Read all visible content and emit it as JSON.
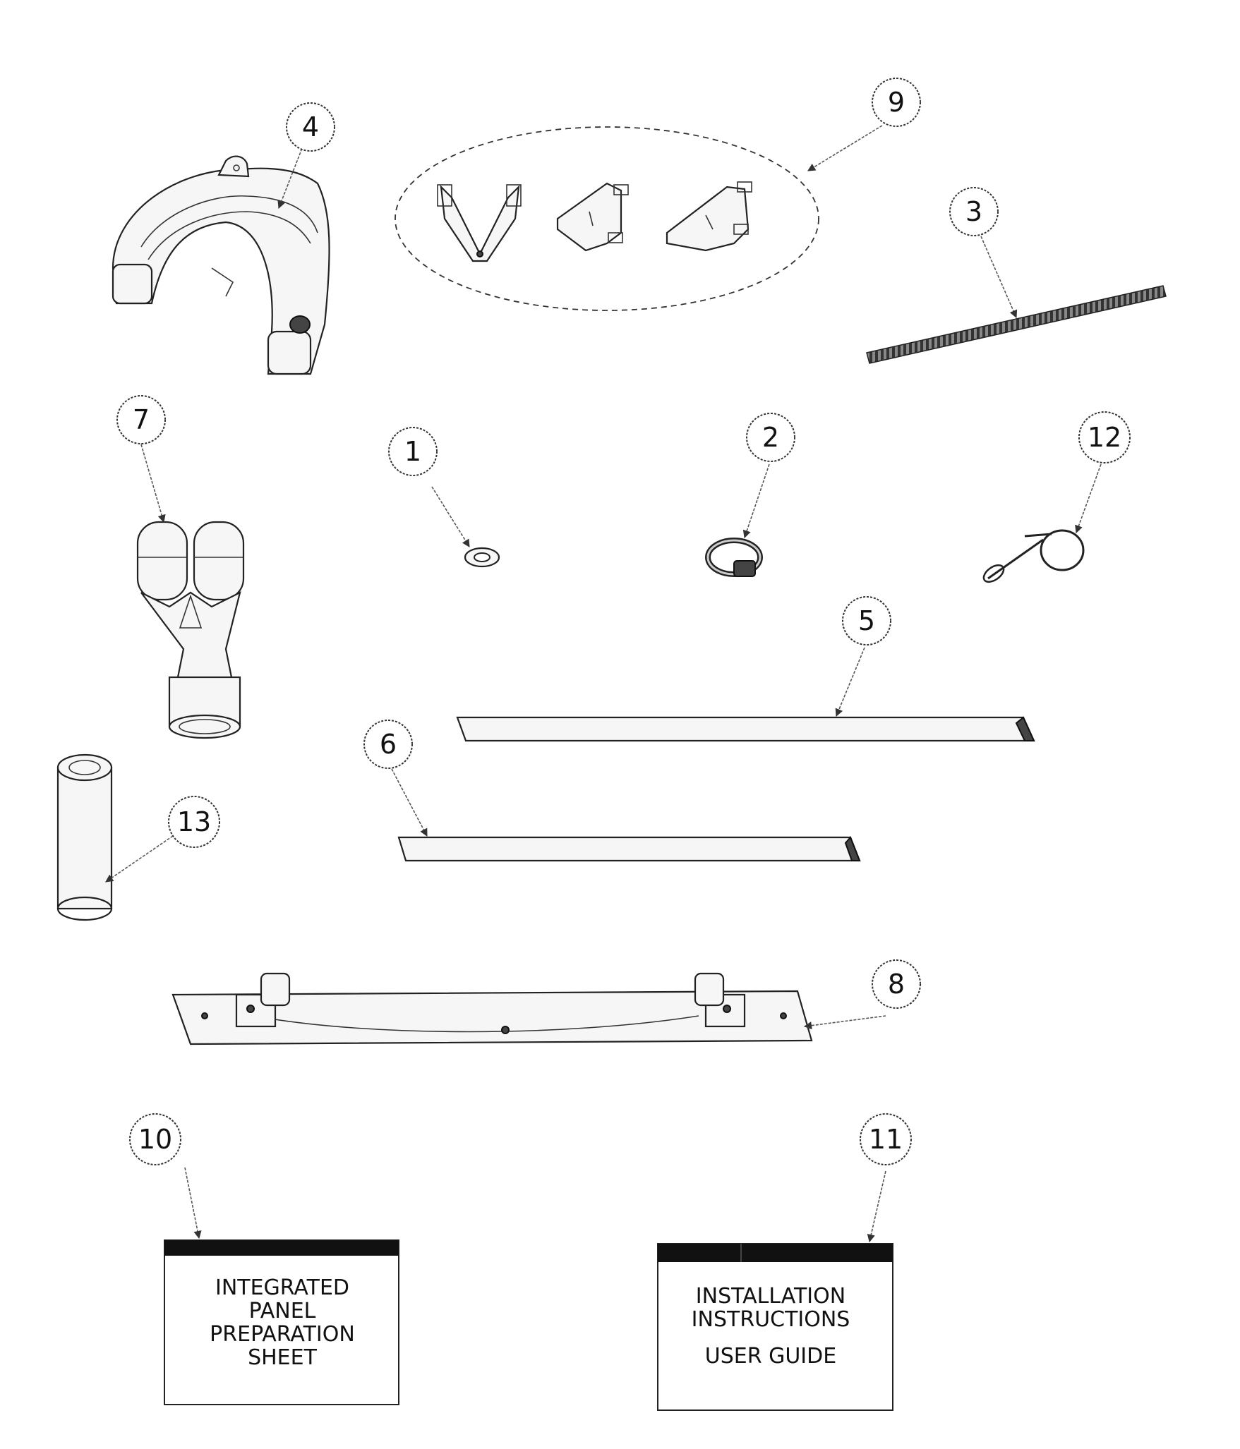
{
  "callouts": {
    "c1": "1",
    "c2": "2",
    "c3": "3",
    "c4": "4",
    "c5": "5",
    "c6": "6",
    "c7": "7",
    "c8": "8",
    "c9": "9",
    "c10": "10",
    "c11": "11",
    "c12": "12",
    "c13": "13"
  },
  "panel_sheet": {
    "line1": "INTEGRATED",
    "line2": "PANEL",
    "line3": "PREPARATION",
    "line4": "SHEET"
  },
  "install_sheet": {
    "line1": "INSTALLATION",
    "line2": "INSTRUCTIONS",
    "line3": "USER GUIDE"
  }
}
